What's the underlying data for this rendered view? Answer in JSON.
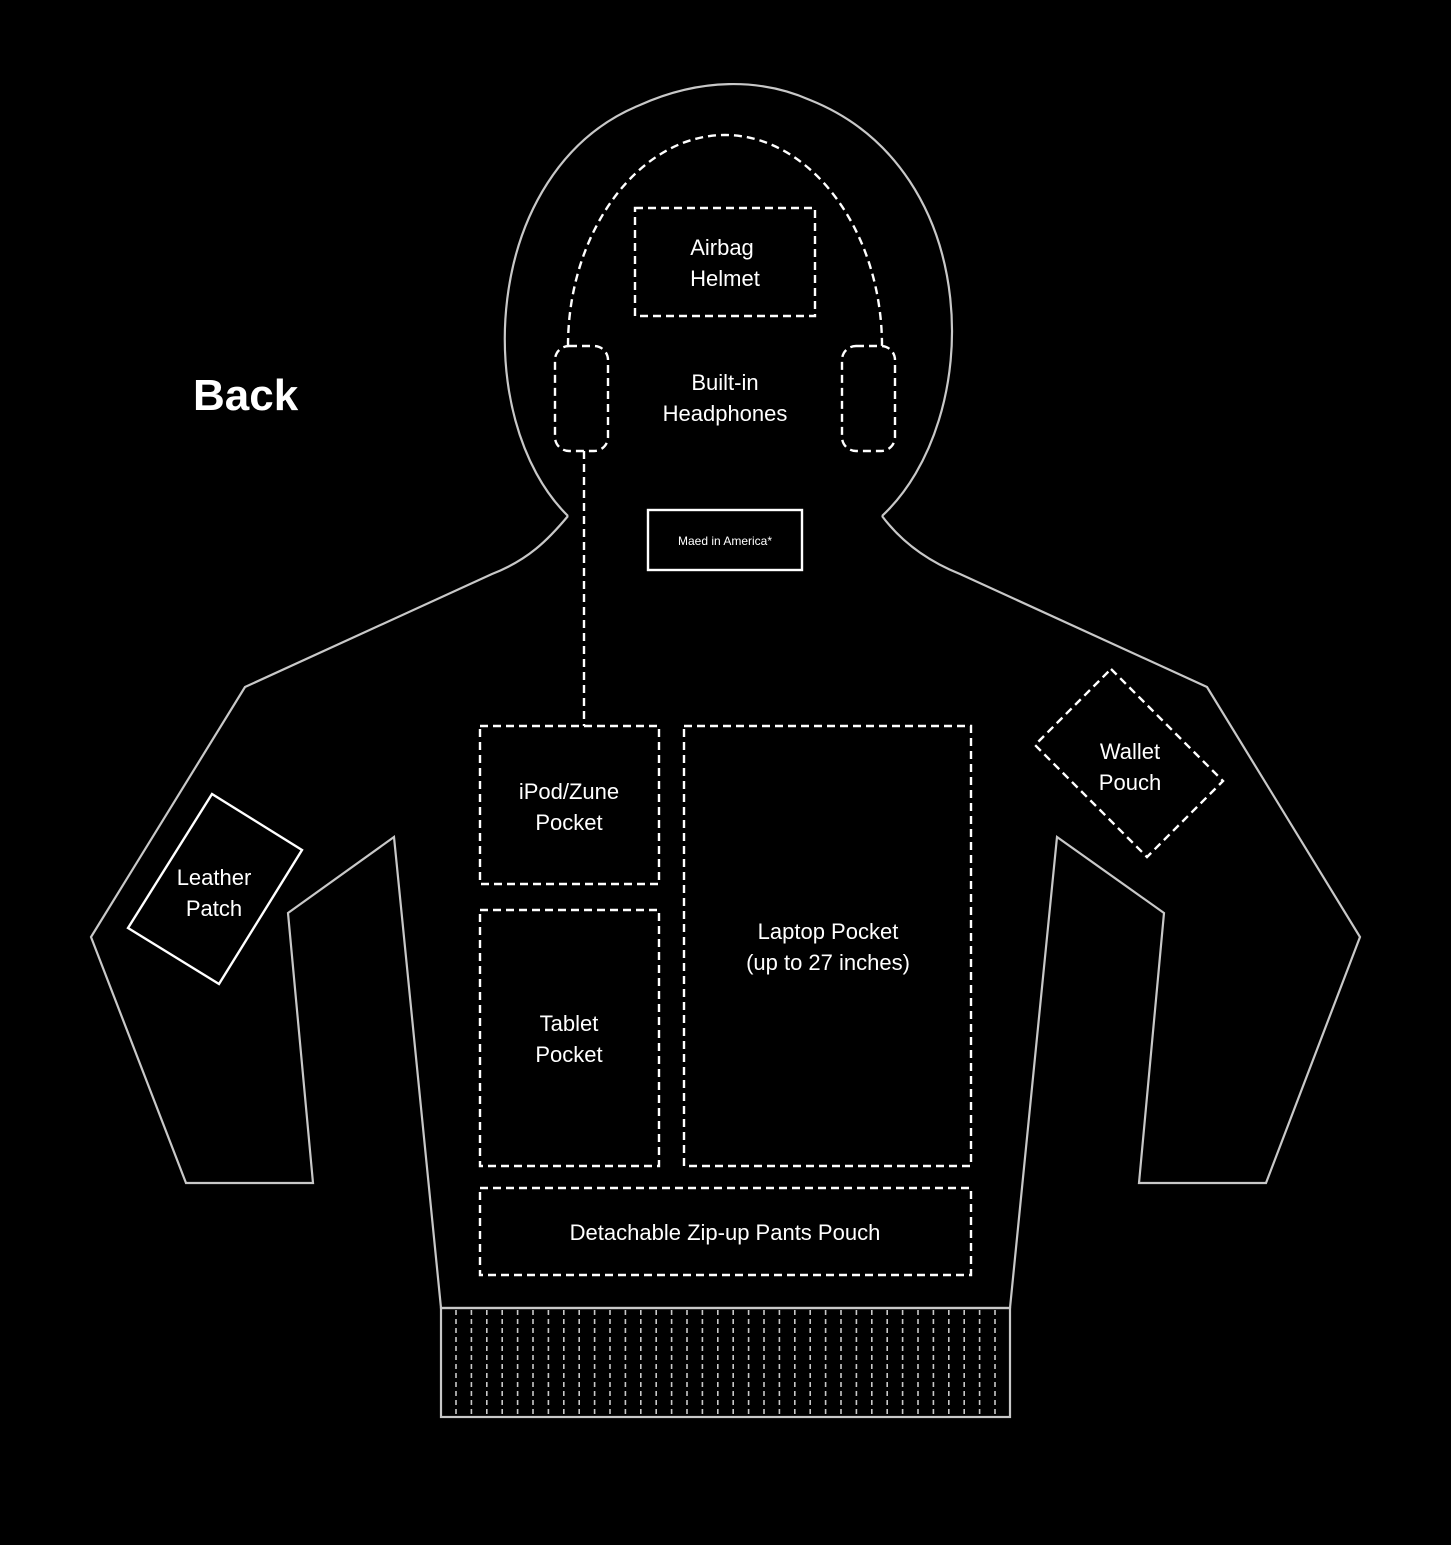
{
  "view_title": "Back",
  "labels": {
    "airbag_helmet": [
      "Airbag",
      "Helmet"
    ],
    "headphones": [
      "Built-in",
      "Headphones"
    ],
    "tag": "Maed in America*",
    "wallet_pouch": [
      "Wallet",
      "Pouch"
    ],
    "leather_patch": [
      "Leather",
      "Patch"
    ],
    "ipod_pocket": [
      "iPod/Zune",
      "Pocket"
    ],
    "tablet_pocket": [
      "Tablet",
      "Pocket"
    ],
    "laptop_pocket": [
      "Laptop Pocket",
      "(up to 27 inches)"
    ],
    "pants_pouch": "Detachable Zip-up Pants Pouch"
  },
  "colors": {
    "background": "#000000",
    "outline": "#c8c8c8",
    "text": "#ffffff"
  }
}
